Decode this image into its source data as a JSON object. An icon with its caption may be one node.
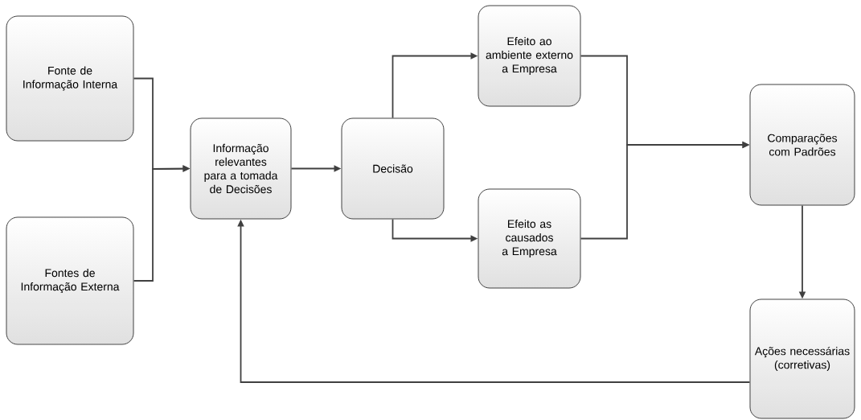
{
  "diagram": {
    "nodes": [
      {
        "text": [
          "Fonte de Informação Interna"
        ]
      },
      {
        "text": [
          "Fontes de Informação Externa"
        ]
      },
      {
        "text": [
          "Informação relevantes para a tomada de Decisões"
        ]
      },
      {
        "text": [
          "Decisão"
        ]
      },
      {
        "text": [
          "Efeito ao ambiente externo a Empresa"
        ]
      },
      {
        "text": [
          "Efeito as causados a Empresa"
        ]
      },
      {
        "text": [
          "Comparações com Padrões"
        ]
      },
      {
        "text": [
          "Ações necessárias (corretivas)"
        ]
      }
    ],
    "edges": [
      {
        "from": 0,
        "to": 2,
        "arrow": "to"
      },
      {
        "from": 1,
        "to": 2,
        "arrow": "to"
      },
      {
        "from": 2,
        "to": 3,
        "arrow": "to"
      },
      {
        "from": 3,
        "to": 4,
        "arrow": "to"
      },
      {
        "from": 3,
        "to": 5,
        "arrow": "to"
      },
      {
        "from": 4,
        "to": 6,
        "arrow": "to"
      },
      {
        "from": 5,
        "to": 6,
        "arrow": "to"
      },
      {
        "from": 6,
        "to": 7,
        "arrow": "to"
      },
      {
        "from": 7,
        "to": 2,
        "arrow": "to"
      }
    ]
  }
}
